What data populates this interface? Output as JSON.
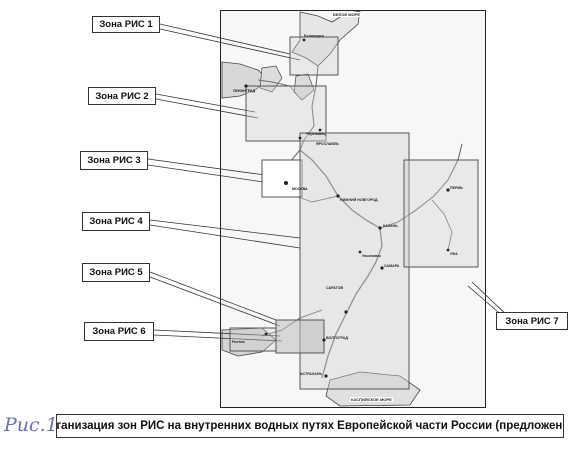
{
  "zones": [
    {
      "id": "1",
      "label": "Зона РИС 1"
    },
    {
      "id": "2",
      "label": "Зона РИС 2"
    },
    {
      "id": "3",
      "label": "Зона РИС 3"
    },
    {
      "id": "4",
      "label": "Зона РИС 4"
    },
    {
      "id": "5",
      "label": "Зона РИС 5"
    },
    {
      "id": "6",
      "label": "Зона РИС 6"
    },
    {
      "id": "7",
      "label": "Зона РИС 7"
    }
  ],
  "caption": "Организация зон РИС на внутренних водных путях Европейской части России (предложение)",
  "figure_mark": "Рис.1",
  "map": {
    "seas": {
      "white": "БЕЛОЕ МОРЕ",
      "caspian": "КАСПИЙСКОЕ МОРЕ"
    },
    "cities": {
      "petersburg": "ЛЕНИНГРАД",
      "moscow": "МОСКВА",
      "n_novgorod": "НИЖНИЙ НОВГОРОД",
      "kazan": "КАЗАНЬ",
      "samara": "САМАРА",
      "saratov": "САРАТОВ",
      "volgograd": "ВОЛГОГРАД",
      "astrakhan": "АСТРАХАНЬ",
      "perm": "ПЕРМЬ",
      "yaroslavl": "ЯРОСЛАВЛЬ",
      "ufa": "УФА",
      "belomorsk": "Беломорск",
      "rostov": "Ростов",
      "cherepovets": "Череповец",
      "ulyanovsk": "Ульяновск"
    }
  },
  "colors": {
    "frame": "#222222",
    "zone_box": "#555555",
    "zone_fill": "#cfcfcf",
    "river": "#6b6b6b",
    "mark": "#6b6fb5"
  }
}
